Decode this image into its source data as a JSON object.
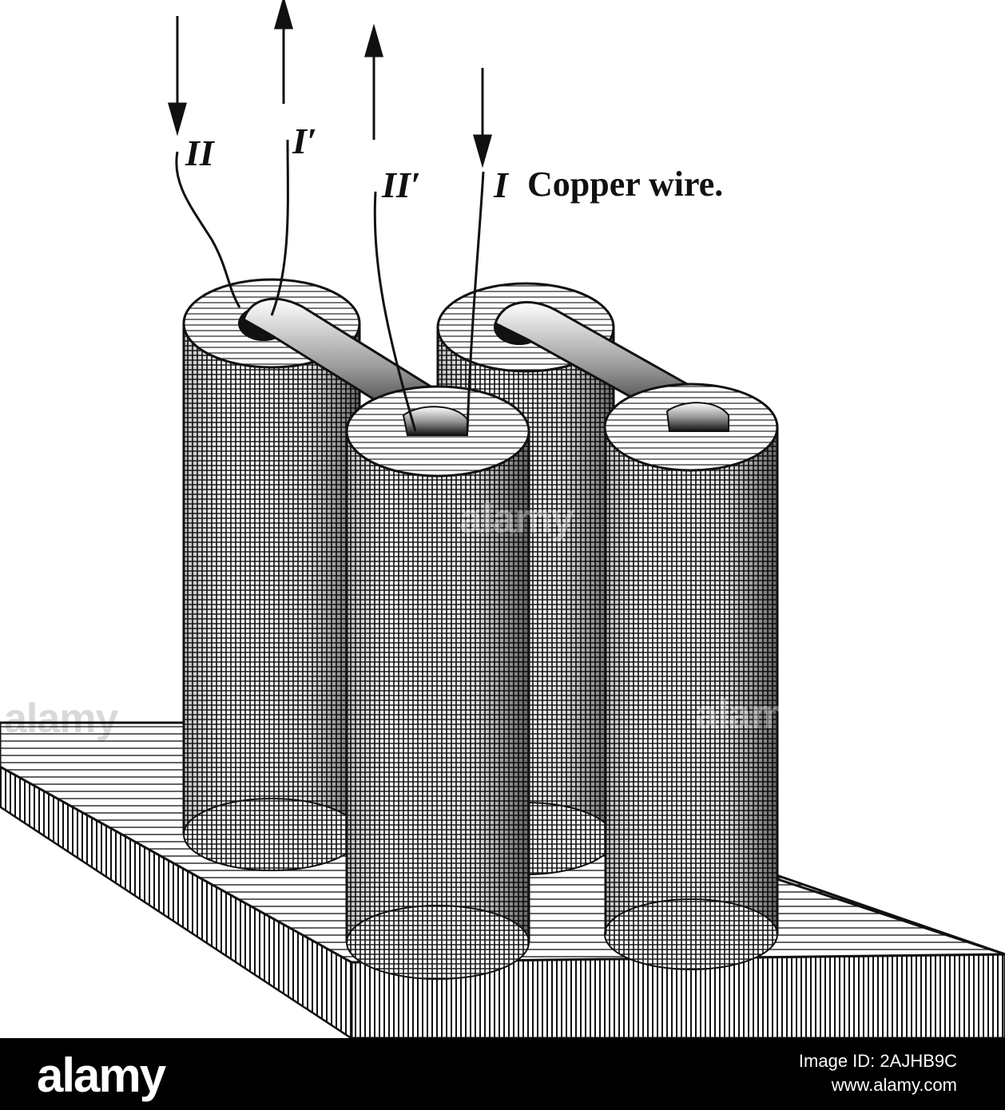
{
  "figure": {
    "labels": {
      "wire_II": "II",
      "wire_I_prime": "I′",
      "wire_II_prime": "II′",
      "wire_I": "I",
      "caption": "Copper wire."
    },
    "watermark": "alamy",
    "colors": {
      "ink": "#111111",
      "paper": "#ffffff"
    }
  },
  "footer": {
    "logo": "alamy",
    "image_id": "Image ID: 2AJHB9C",
    "site": "www.alamy.com",
    "background": "#000000"
  }
}
